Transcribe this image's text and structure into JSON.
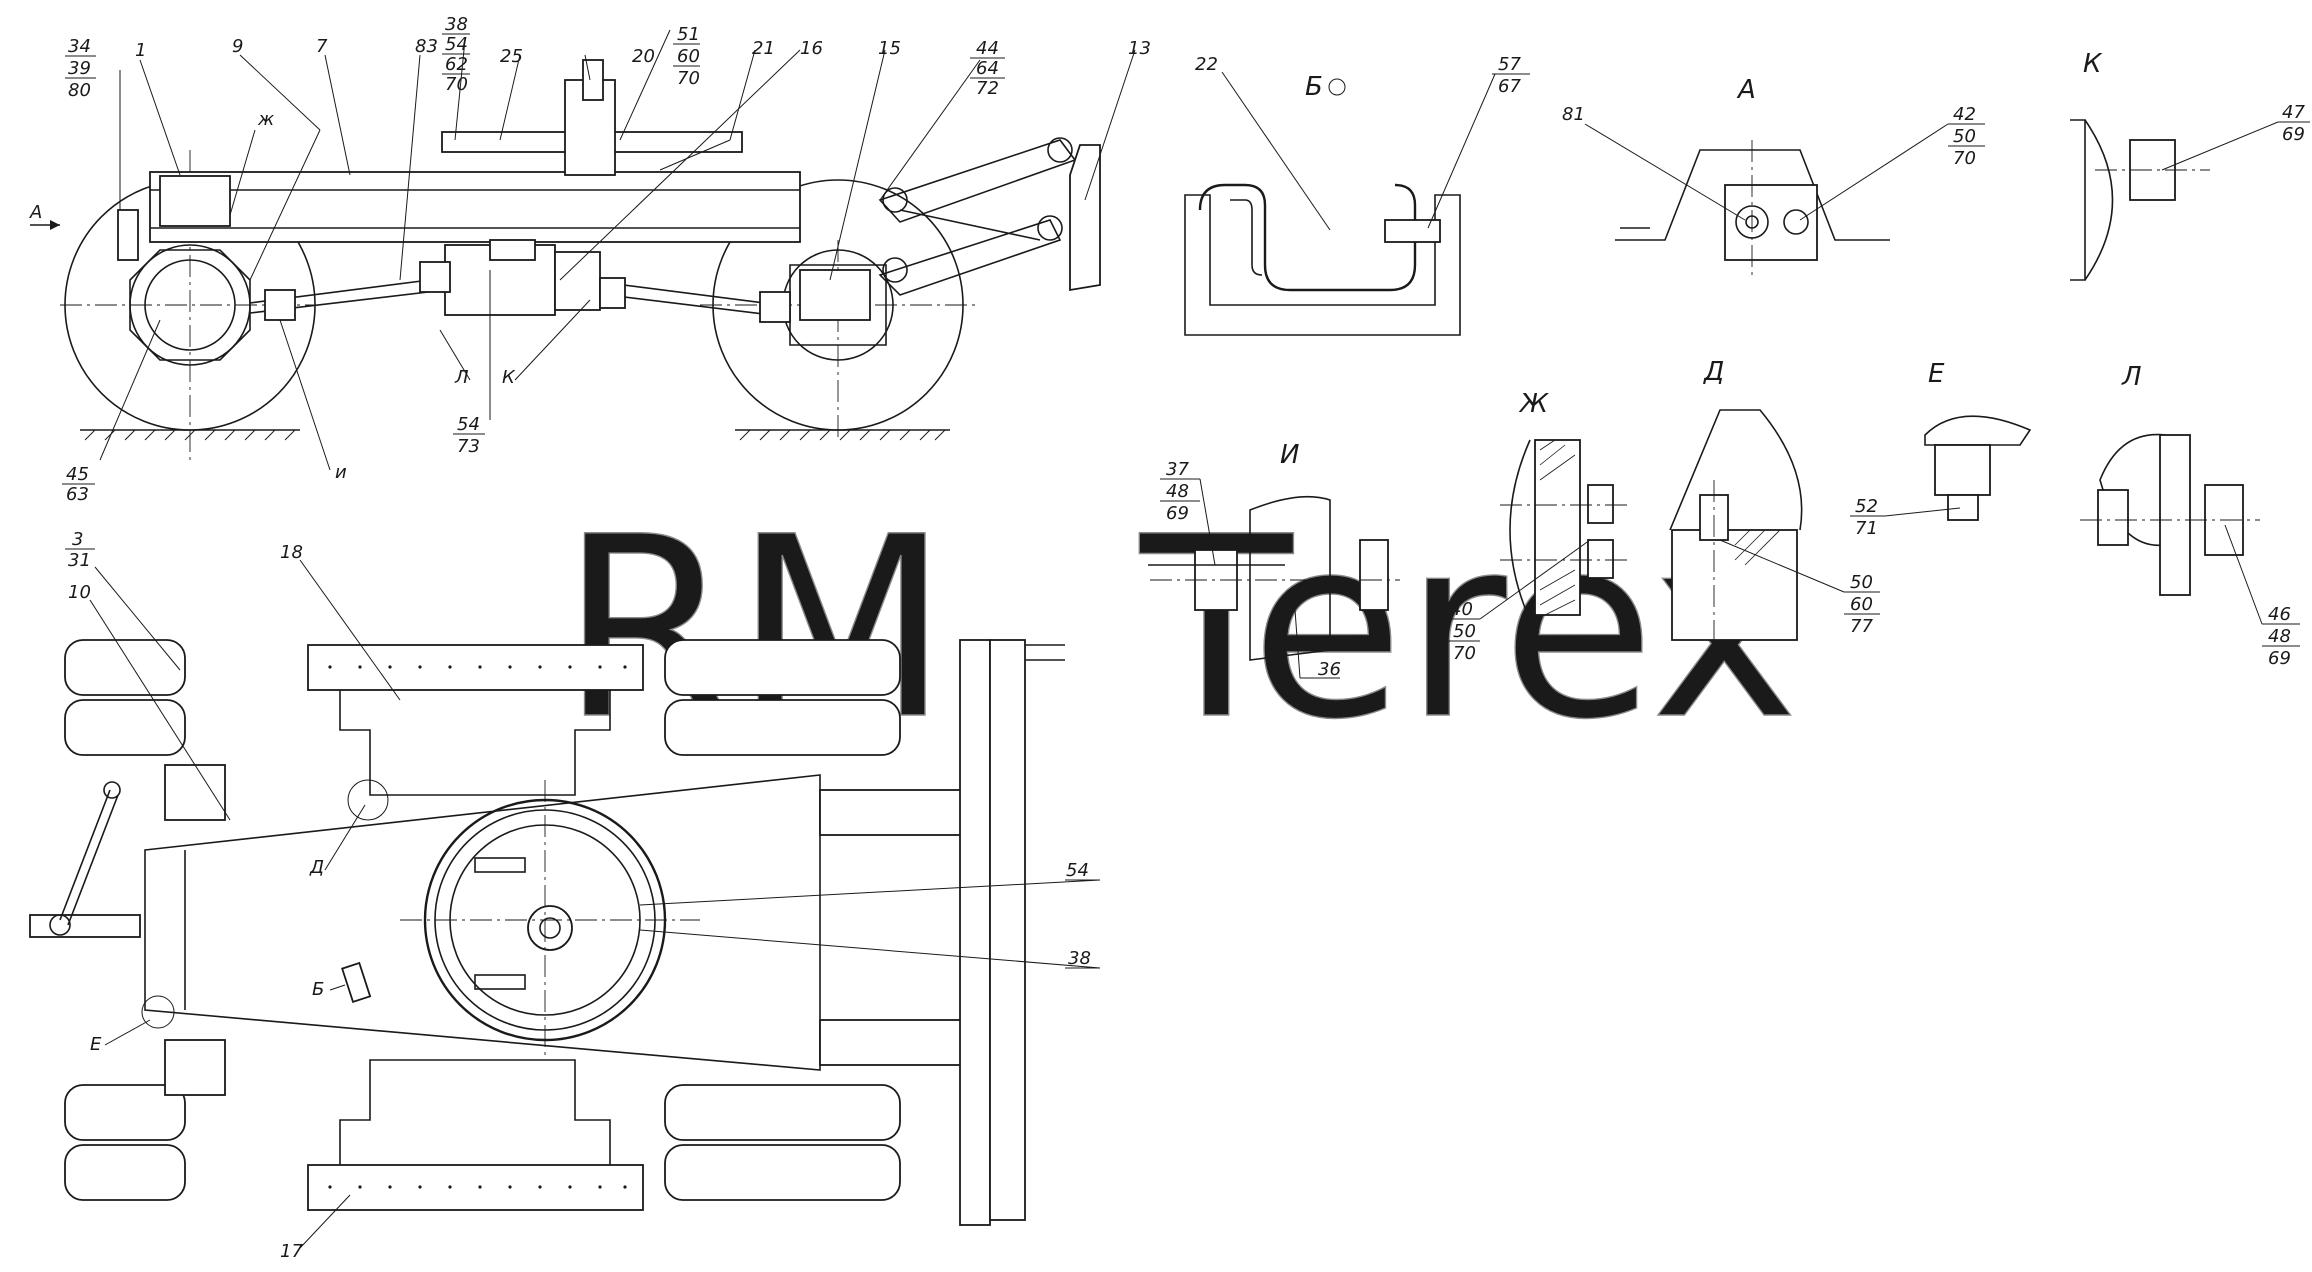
{
  "watermark": {
    "line1": "RM",
    "line2": "Terex"
  },
  "view_titles": {
    "view_b": "Б",
    "view_a": "А",
    "view_k": "К",
    "view_d": "Д",
    "view_e": "Е",
    "view_zh": "Ж",
    "view_l": "Л",
    "view_i": "И",
    "arrow_a": "А",
    "cut_zh": "ж",
    "cut_l": "Л",
    "cut_k": "К",
    "cut_i": "и",
    "cut_d": "Д",
    "cut_b": "Б",
    "cut_e": "Е"
  },
  "callouts": {
    "side_34_39_80": [
      "34",
      "39",
      "80"
    ],
    "side_1": "1",
    "side_9": "9",
    "side_7": "7",
    "side_83": "83",
    "side_38_54_62_70": [
      "38",
      "54",
      "62",
      "70"
    ],
    "side_25": "25",
    "side_20": "20",
    "side_51_60_70": [
      "51",
      "60",
      "70"
    ],
    "side_21": "21",
    "side_16": "16",
    "side_15": "15",
    "side_44_64_72": [
      "44",
      "64",
      "72"
    ],
    "side_13": "13",
    "side_45_63": [
      "45",
      "63"
    ],
    "side_54_73": [
      "54",
      "73"
    ],
    "view_b_22": "22",
    "view_b_57_67": [
      "57",
      "67"
    ],
    "view_a_81": "81",
    "view_a_42_50_70": [
      "42",
      "50",
      "70"
    ],
    "view_k_47_69": [
      "47",
      "69"
    ],
    "view_i_37_48_69": [
      "37",
      "48",
      "69"
    ],
    "view_i_36": "36",
    "view_zh_40_50_70": [
      "40",
      "50",
      "70"
    ],
    "view_d_50_60_77": [
      "50",
      "60",
      "77"
    ],
    "view_e_52_71": [
      "52",
      "71"
    ],
    "view_l_46_48_69": [
      "46",
      "48",
      "69"
    ],
    "plan_3_31": [
      "3",
      "31"
    ],
    "plan_10": "10",
    "plan_18": "18",
    "plan_54": "54",
    "plan_38": "38",
    "plan_17": "17"
  }
}
